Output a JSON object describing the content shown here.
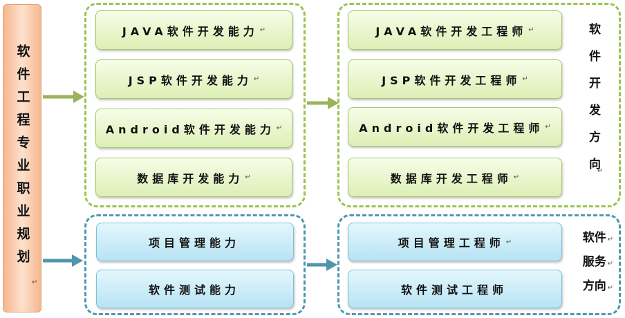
{
  "root": {
    "label": "软件工程专业职业规划",
    "ret": "↵"
  },
  "groups": {
    "dev_skills": [
      {
        "label": "JAVA软件开发能力",
        "ret": "↵"
      },
      {
        "label": "JSP软件开发能力",
        "ret": "↵"
      },
      {
        "label": "Android软件开发能力",
        "ret": "↵"
      },
      {
        "label": "数据库开发能力",
        "ret": "↵"
      }
    ],
    "dev_roles": [
      {
        "label": "JAVA软件开发工程师",
        "ret": "↵"
      },
      {
        "label": "JSP软件开发工程师",
        "ret": "↵"
      },
      {
        "label": "Android软件开发工程师",
        "ret": "↵"
      },
      {
        "label": "数据库开发工程师",
        "ret": "↵"
      }
    ],
    "service_skills": [
      {
        "label": "项目管理能力",
        "ret": ""
      },
      {
        "label": "软件测试能力",
        "ret": ""
      }
    ],
    "service_roles": [
      {
        "label": "项目管理工程师",
        "ret": "↵"
      },
      {
        "label": "软件测试工程师",
        "ret": ""
      }
    ]
  },
  "side_labels": {
    "dev_direction": "软件开发方向",
    "dev_ret": "↵",
    "service_line1": "软件",
    "service_line2": "服务",
    "service_line3": "方向",
    "service_ret1": "↵",
    "service_ret2": "↵",
    "service_ret3": "↵"
  },
  "colors": {
    "green_border": "#9bc14f",
    "blue_border": "#4f96ae",
    "green_arrow": "#9bb35a",
    "blue_arrow": "#4f96ae",
    "root_fill": "#f6b78f"
  }
}
